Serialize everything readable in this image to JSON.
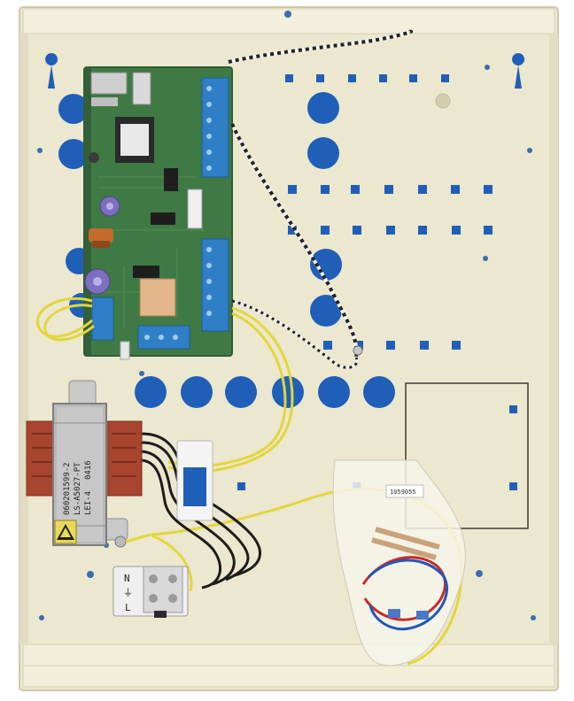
{
  "photo": {
    "subject": "alarm-control-panel-enclosure",
    "colors": {
      "enclosure": "#ece7cf",
      "enclosure_edge": "#d9d2b6",
      "knockout_blue": "#1f5fb8",
      "pcb_green": "#3f7a45",
      "terminal_blue": "#2f7fc7",
      "transformer_core": "#b9b9b9",
      "transformer_coil": "#a8452e",
      "wire_yellow": "#e3d63a",
      "wire_black": "#1c1c1c"
    }
  },
  "transformer_label": {
    "line1": "060201599-2",
    "line2": "LS-A5027-PT",
    "line3": "LEI-4",
    "line4": "0416"
  },
  "terminal_block": {
    "neutral": "N",
    "earth": "⏚",
    "live": "L"
  },
  "bag_label": {
    "text": "1059055"
  }
}
